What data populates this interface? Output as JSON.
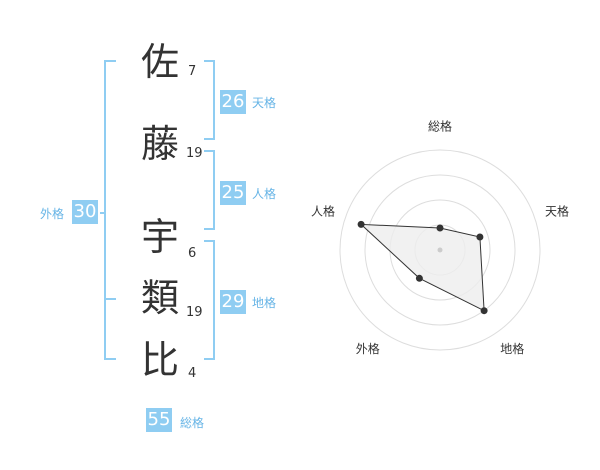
{
  "characters": [
    {
      "char": "佐",
      "strokes": "7"
    },
    {
      "char": "藤",
      "strokes": "19"
    },
    {
      "char": "宇",
      "strokes": "6"
    },
    {
      "char": "類",
      "strokes": "19"
    },
    {
      "char": "比",
      "strokes": "4"
    }
  ],
  "kakusu": {
    "tenkaku": {
      "value": "26",
      "label": "天格"
    },
    "jinkaku": {
      "value": "25",
      "label": "人格"
    },
    "chikaku": {
      "value": "29",
      "label": "地格"
    },
    "gaikaku": {
      "value": "30",
      "label": "外格"
    },
    "soukaku": {
      "value": "55",
      "label": "総格"
    }
  },
  "chart_data": {
    "type": "radar",
    "axes": [
      "総格",
      "天格",
      "地格",
      "外格",
      "人格"
    ],
    "values": [
      0.22,
      0.42,
      0.75,
      0.35,
      0.83
    ],
    "rings": 4,
    "fill_color": "#eeeeee",
    "line_color": "#333333",
    "ring_color": "#dddddd"
  },
  "colors": {
    "accent": "#8fcdf2",
    "accent_text": "#66b4e6"
  }
}
